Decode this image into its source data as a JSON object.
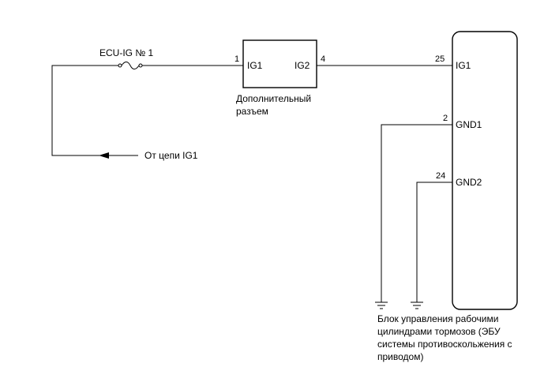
{
  "fuse": {
    "label": "ECU-IG № 1"
  },
  "connector": {
    "pin_in": "1",
    "pin_out": "4",
    "terminal_in": "IG1",
    "terminal_out": "IG2",
    "caption_line1": "Дополнительный",
    "caption_line2": "разъем"
  },
  "source": {
    "label": "От цепи IG1"
  },
  "ecu": {
    "pins": [
      {
        "number": "25",
        "terminal": "IG1"
      },
      {
        "number": "2",
        "terminal": "GND1"
      },
      {
        "number": "24",
        "terminal": "GND2"
      }
    ],
    "caption_lines": [
      "Блок управления рабочими",
      "цилиндрами тормозов (ЭБУ",
      "системы противоскольжения с",
      "приводом)"
    ]
  },
  "colors": {
    "line": "#000000",
    "background": "#ffffff"
  }
}
